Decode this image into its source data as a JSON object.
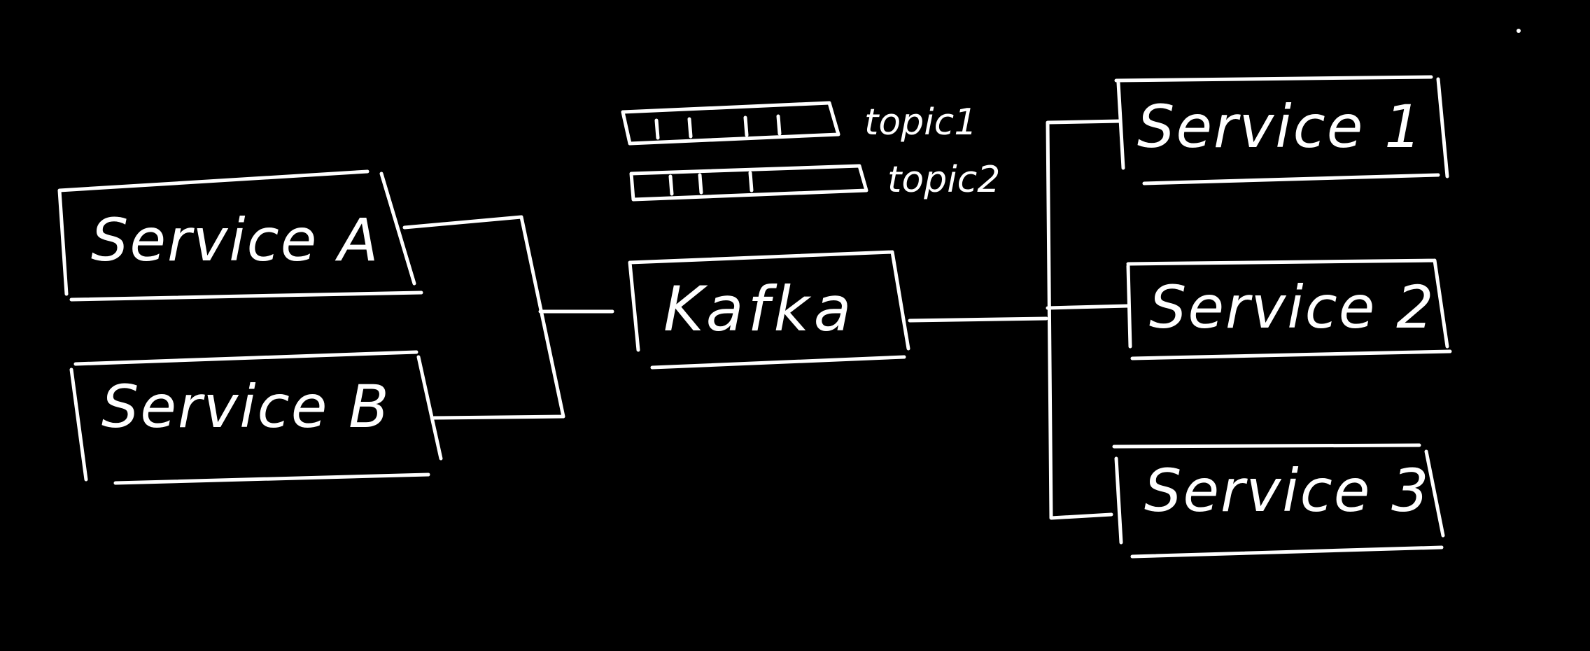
{
  "diagram": {
    "colors": {
      "background": "#000000",
      "stroke": "#ffffff"
    },
    "producers": [
      {
        "label": "Service A"
      },
      {
        "label": "Service B"
      }
    ],
    "broker": {
      "label": "Kafka"
    },
    "topics": [
      {
        "label": "topic1"
      },
      {
        "label": "topic2"
      }
    ],
    "consumers": [
      {
        "label": "Service 1"
      },
      {
        "label": "Service 2"
      },
      {
        "label": "Service 3"
      }
    ]
  }
}
